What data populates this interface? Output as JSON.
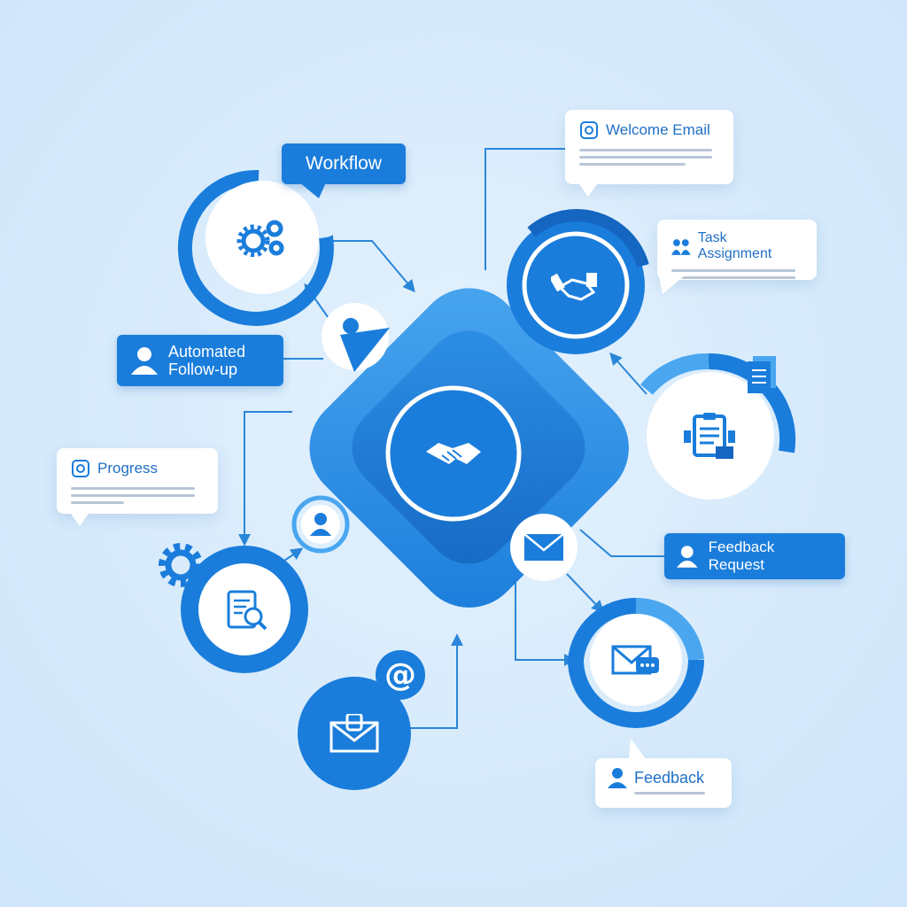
{
  "nodes": {
    "workflow": "Workflow",
    "automated_followup_line1": "Automated",
    "automated_followup_line2": "Follow-up",
    "welcome_email": "Welcome Email",
    "task_assignment": "Task Assignment",
    "progress": "Progress",
    "feedback_request": "Feedback Request",
    "feedback": "Feedback"
  },
  "icons": {
    "center": "handshake-icon",
    "workflow_node": "gears-icon",
    "task_node": "handshake-icon",
    "document_node": "clipboard-icon",
    "progress_node": "report-search-icon",
    "email_node": "envelope-icon",
    "feedback_node": "message-envelope-icon",
    "at_badge": "at-sign-icon"
  },
  "colors": {
    "primary": "#1a7ddb",
    "primary_dark": "#1466c0",
    "light_blue": "#4aa6ef",
    "background": "#d9ecfc"
  }
}
